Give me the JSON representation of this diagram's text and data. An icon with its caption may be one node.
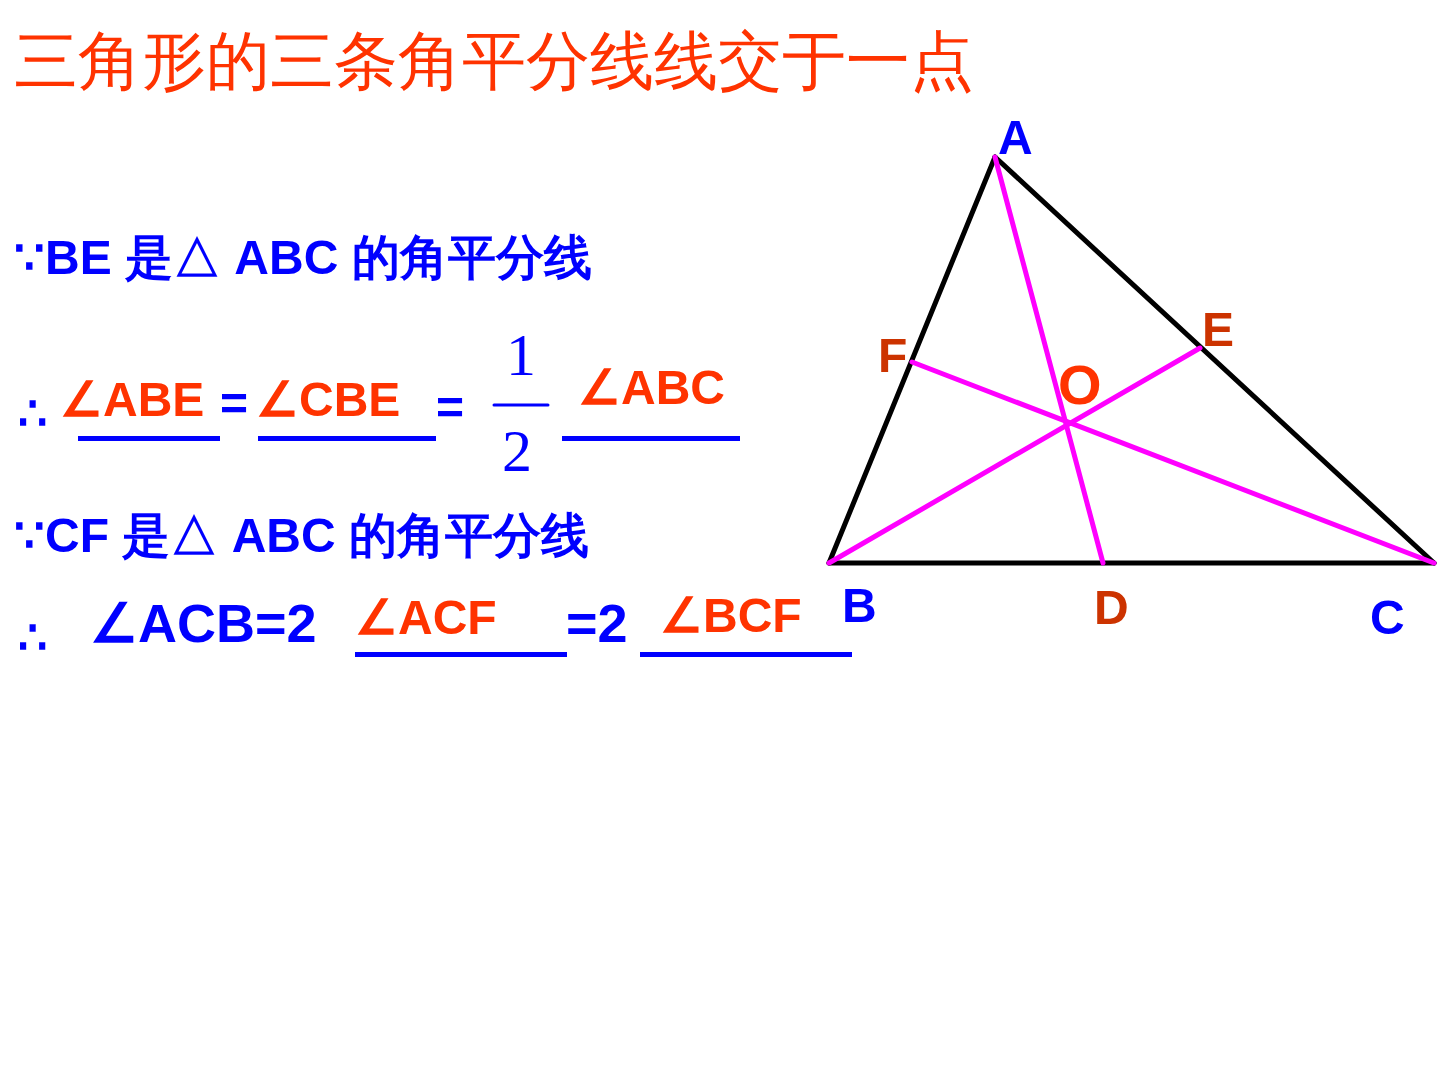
{
  "diagram": {
    "title": "三角形的三条角平分线线交于一点",
    "labels": [
      "∵BE 是△ ABC 的角平分线",
      "∴",
      "∠ABE",
      "=",
      "∠CBE",
      "=",
      "1",
      "2",
      "∠ABC",
      "∵CF 是△ ABC 的角平分线",
      "∴",
      "∠ACB=2",
      "∠ACF",
      "=2",
      "∠BCF",
      "A",
      "F",
      "E",
      "O",
      "B",
      "D",
      "C"
    ]
  }
}
